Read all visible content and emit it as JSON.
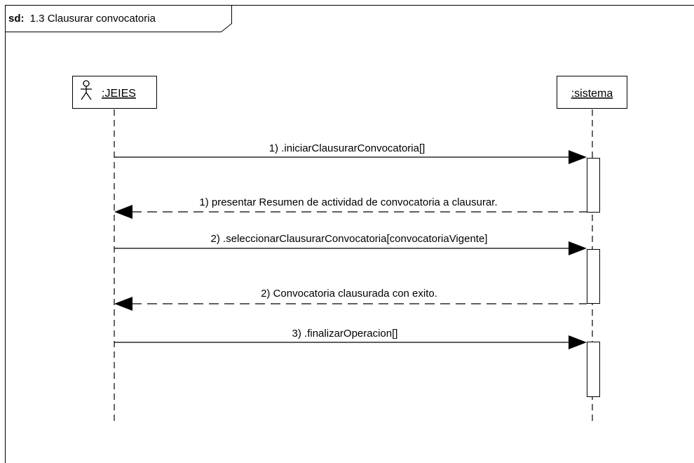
{
  "frame": {
    "keyword": "sd:",
    "title": "1.3 Clausurar convocatoria"
  },
  "lifelines": [
    {
      "id": "actor",
      "name": ":JEIES",
      "icon": "stick-figure-actor-icon"
    },
    {
      "id": "system",
      "name": ":sistema"
    }
  ],
  "messages": [
    {
      "label": "1) .iniciarClausurarConvocatoria[]",
      "kind": "synchronous",
      "from": "actor",
      "to": "system"
    },
    {
      "label": "1) presentar Resumen de actividad de convocatoria a clausurar.",
      "kind": "reply",
      "from": "system",
      "to": "actor"
    },
    {
      "label": "2) .seleccionarClausurarConvocatoria[convocatoriaVigente]",
      "kind": "synchronous",
      "from": "actor",
      "to": "system"
    },
    {
      "label": "2) Convocatoria clausurada con exito.",
      "kind": "reply",
      "from": "system",
      "to": "actor"
    },
    {
      "label": "3) .finalizarOperacion[]",
      "kind": "synchronous",
      "from": "actor",
      "to": "system"
    }
  ],
  "colors": {
    "stroke": "#000000",
    "background": "#ffffff"
  }
}
